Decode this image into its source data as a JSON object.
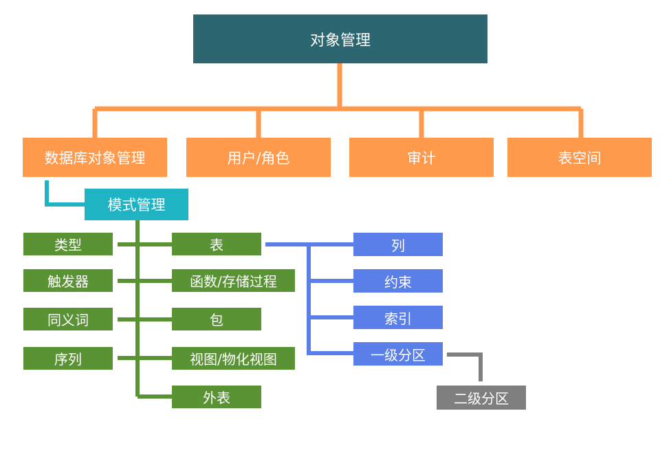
{
  "colors": {
    "root": "#2c6670",
    "orange": "#ff9a4d",
    "teal": "#1fb3c4",
    "green": "#5a9334",
    "blue": "#5b7fe8",
    "gray": "#7f7f7f",
    "connector_orange": "#ff9a4d",
    "connector_teal": "#1fb3c4",
    "connector_green": "#5a9334",
    "connector_blue": "#5b7fe8",
    "connector_gray": "#7f7f7f"
  },
  "root": {
    "label": "对象管理"
  },
  "categories": [
    {
      "label": "数据库对象管理"
    },
    {
      "label": "用户/角色"
    },
    {
      "label": "审计"
    },
    {
      "label": "表空间"
    }
  ],
  "schema": {
    "label": "模式管理"
  },
  "schema_left_items": [
    {
      "label": "类型"
    },
    {
      "label": "触发器"
    },
    {
      "label": "同义词"
    },
    {
      "label": "序列"
    }
  ],
  "schema_right_items": [
    {
      "label": "表"
    },
    {
      "label": "函数/存储过程"
    },
    {
      "label": "包"
    },
    {
      "label": "视图/物化视图"
    },
    {
      "label": "外表"
    }
  ],
  "table_items": [
    {
      "label": "列"
    },
    {
      "label": "约束"
    },
    {
      "label": "索引"
    },
    {
      "label": "一级分区"
    }
  ],
  "sub_partition": {
    "label": "二级分区"
  }
}
